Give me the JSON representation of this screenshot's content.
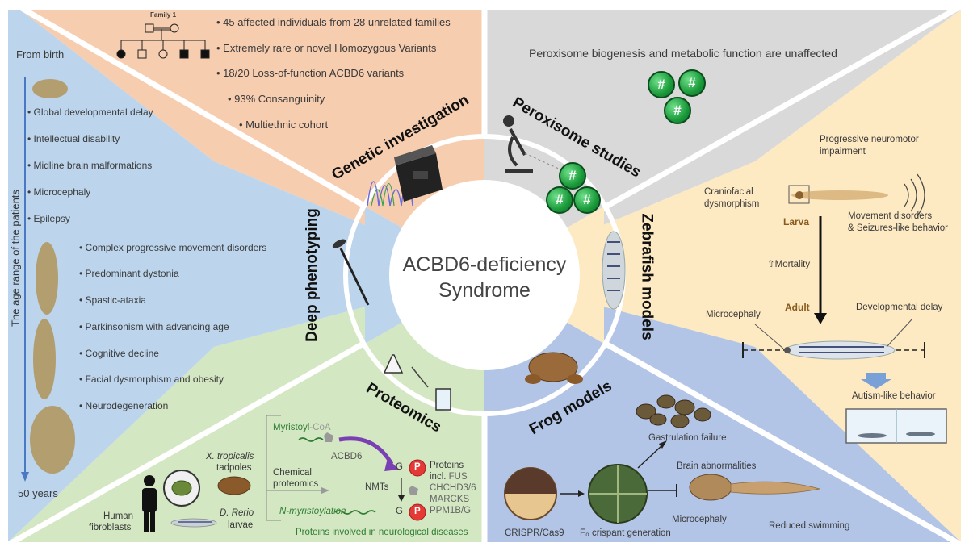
{
  "center": {
    "line1": "ACBD6-deficiency",
    "line2": "Syndrome"
  },
  "sectors": {
    "genetic": "Genetic investigation",
    "peroxisome": "Peroxisome studies",
    "zebrafish": "Zebrafish models",
    "frog": "Frog models",
    "proteomics": "Proteomics",
    "phenotyping": "Deep phenotyping"
  },
  "genetic": {
    "pedigree_title": "Family 1",
    "bullets": [
      "45 affected individuals from 28 unrelated families",
      "Extremely rare or novel Homozygous Variants",
      "18/20 Loss-of-function ACBD6 variants",
      "93% Consanguinity",
      "Multiethnic  cohort"
    ]
  },
  "peroxisome": {
    "statement": "Peroxisome biogenesis and metabolic function  are unaffected",
    "hash_symbol": "#"
  },
  "phenotyping": {
    "from_birth": "From birth",
    "fifty_years": "50 years",
    "age_axis_label": "The age range of the patients",
    "early": [
      "Global developmental delay",
      "Intellectual disability",
      "Midline brain malformations",
      "Microcephaly",
      "Epilepsy"
    ],
    "late": [
      "Complex progressive movement disorders",
      "Predominant dystonia",
      "Spastic-ataxia",
      "Parkinsonism with advancing age",
      "Cognitive decline",
      "Facial dysmorphism and obesity",
      "Neurodegeneration"
    ]
  },
  "zebrafish": {
    "progressive": "Progressive neuromotor",
    "impairment": "impairment",
    "craniofacial": "Craniofacial",
    "dysmorphism": "dysmorphism",
    "larva": "Larva",
    "movement1": "Movement disorders",
    "movement2": "& Seizures-like behavior",
    "mortality": "⇧Mortality",
    "adult": "Adult",
    "microcephaly": "Microcephaly",
    "dev_delay": "Developmental delay",
    "autism": "Autism-like behavior"
  },
  "frog": {
    "gastrulation": "Gastrulation failure",
    "brain": "Brain abnormalities",
    "microcephaly": "Microcephaly",
    "swimming": "Reduced swimming",
    "crispr": "CRISPR/Cas9",
    "f0": "F₀ crispant generation"
  },
  "proteomics": {
    "myristoyl": "Myristoyl",
    "coa": "-CoA",
    "acbd6": "ACBD6",
    "nmts": "NMTs",
    "g1": "G",
    "g2": "G",
    "p": "P",
    "proteins": "Proteins",
    "incl": "incl.",
    "fus": "FUS",
    "chchd": "CHCHD3/6",
    "marcks": "MARCKS",
    "ppm": "PPM1B/G",
    "xtrop_italic": "X. tropicalis",
    "tadpoles": "tadpoles",
    "chemical": "Chemical",
    "proteomics_word": "proteomics",
    "nmyr": "N-myristoylation",
    "neuro": "Proteins involved  in neurological diseases",
    "human1": "Human",
    "human2": "fibroblasts",
    "drerio": "D. Rerio",
    "larvae": "larvae"
  },
  "colors": {
    "genetic_bg": "#f7cdb0",
    "peroxisome_bg": "#d9d9d9",
    "zebrafish_bg": "#fde9c2",
    "frog_bg": "#b3c5e6",
    "proteomics_bg": "#d3e7c2",
    "phenotyping_bg": "#bcd5ec",
    "accent_purple": "#7a3fb3",
    "green_text": "#2e7d32"
  }
}
